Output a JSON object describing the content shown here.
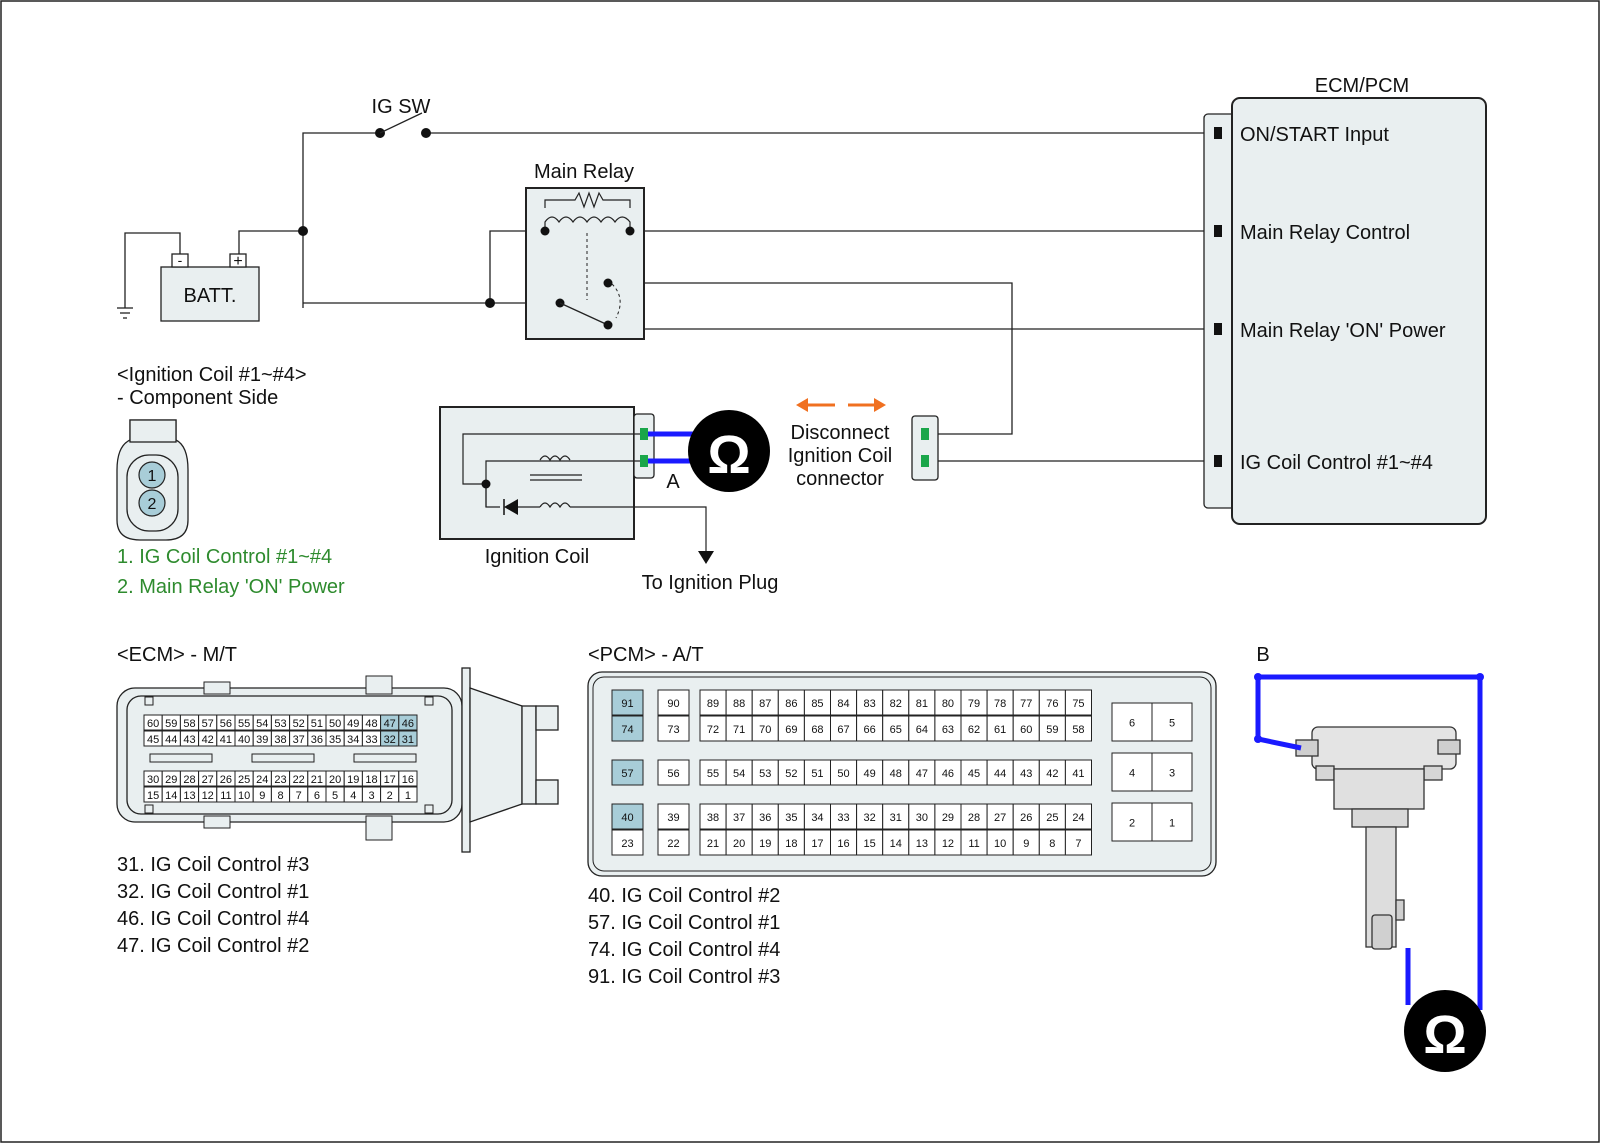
{
  "ig_switch": {
    "label": "IG SW"
  },
  "battery": {
    "label": "BATT.",
    "neg": "-",
    "pos": "+"
  },
  "main_relay": {
    "label": "Main Relay"
  },
  "ecm_pcm": {
    "title": "ECM/PCM",
    "pins": [
      "ON/START Input",
      "Main Relay Control",
      "Main Relay 'ON' Power",
      "IG Coil  Control #1~#4"
    ]
  },
  "coil_connector": {
    "title": "<Ignition Coil #1~#4>",
    "subtitle": "- Component Side",
    "pin1": "1",
    "pin2": "2",
    "legend": [
      "1. IG Coil  Control #1~#4",
      "2. Main Relay 'ON' Power"
    ]
  },
  "ignition_coil": {
    "label": "Ignition Coil",
    "point_a": "A",
    "to_plug": "To Ignition Plug"
  },
  "ohmmeter": {
    "symbol": "Ω"
  },
  "disconnect_note": [
    "Disconnect",
    "Ignition Coil",
    "connector"
  ],
  "ecm_mt": {
    "title": "<ECM> - M/T",
    "row1": [
      "60",
      "59",
      "58",
      "57",
      "56",
      "55",
      "54",
      "53",
      "52",
      "51",
      "50",
      "49",
      "48",
      "47",
      "46"
    ],
    "row2": [
      "45",
      "44",
      "43",
      "42",
      "41",
      "40",
      "39",
      "38",
      "37",
      "36",
      "35",
      "34",
      "33",
      "32",
      "31"
    ],
    "row3": [
      "30",
      "29",
      "28",
      "27",
      "26",
      "25",
      "24",
      "23",
      "22",
      "21",
      "20",
      "19",
      "18",
      "17",
      "16"
    ],
    "row4": [
      "15",
      "14",
      "13",
      "12",
      "11",
      "10",
      "9",
      "8",
      "7",
      "6",
      "5",
      "4",
      "3",
      "2",
      "1"
    ],
    "highlight": [
      "47",
      "46",
      "32",
      "31"
    ],
    "notes": [
      "31. IG Coil  Control #3",
      "32. IG Coil  Control #1",
      "46. IG Coil  Control #4",
      "47. IG Coil  Control #2"
    ]
  },
  "pcm_at": {
    "title": "<PCM> - A/T",
    "top_a": [
      "89",
      "88",
      "87",
      "86",
      "85",
      "84",
      "83",
      "82",
      "81",
      "80",
      "79",
      "78",
      "77",
      "76",
      "75"
    ],
    "top_b": [
      "72",
      "71",
      "70",
      "69",
      "68",
      "67",
      "66",
      "65",
      "64",
      "63",
      "62",
      "61",
      "60",
      "59",
      "58"
    ],
    "mid": [
      "55",
      "54",
      "53",
      "52",
      "51",
      "50",
      "49",
      "48",
      "47",
      "46",
      "45",
      "44",
      "43",
      "42",
      "41"
    ],
    "bot_a": [
      "38",
      "37",
      "36",
      "35",
      "34",
      "33",
      "32",
      "31",
      "30",
      "29",
      "28",
      "27",
      "26",
      "25",
      "24"
    ],
    "bot_b": [
      "21",
      "20",
      "19",
      "18",
      "17",
      "16",
      "15",
      "14",
      "13",
      "12",
      "11",
      "10",
      "9",
      "8",
      "7"
    ],
    "left_col": [
      "91",
      "74",
      "57",
      "40",
      "23"
    ],
    "second_col": [
      "90",
      "73",
      "56",
      "39",
      "22"
    ],
    "right_block": [
      [
        "6",
        "5"
      ],
      [
        "4",
        "3"
      ],
      [
        "2",
        "1"
      ]
    ],
    "highlight": [
      "91",
      "74",
      "57",
      "40"
    ],
    "notes": [
      "40. IG Coil  Control #2",
      "57. IG Coil  Control #1",
      "74. IG Coil  Control #4",
      "91. IG Coil  Control #3"
    ]
  },
  "test_b": {
    "label": "B"
  },
  "colors": {
    "highlight_pin": "#a8cdd8",
    "connector_fill": "#e9eff0",
    "green_text": "#2e8b2e",
    "probe_blue": "#1a1aff",
    "arrow_orange": "#f07020",
    "pin_green": "#1aa64a"
  }
}
